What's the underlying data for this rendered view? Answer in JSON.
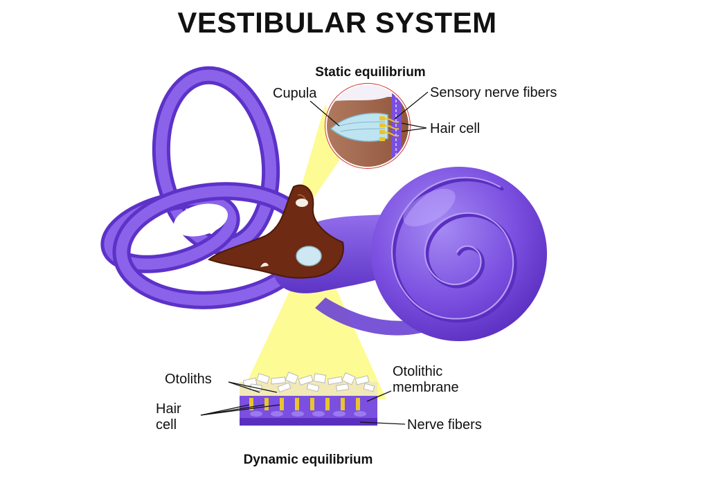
{
  "title": "VESTIBULAR SYSTEM",
  "headings": {
    "static": "Static equilibrium",
    "dynamic": "Dynamic equilibrium"
  },
  "labels": {
    "cupula": "Cupula",
    "sensory_nerve_fibers": "Sensory nerve fibers",
    "hair_cell_top": "Hair cell",
    "otoliths": "Otoliths",
    "hair_cell_bottom_line1": "Hair",
    "hair_cell_bottom_line2": "cell",
    "otolithic_line1": "Otolithic",
    "otolithic_line2": "membrane",
    "nerve_fibers": "Nerve fibers"
  },
  "colors": {
    "purple": "#7b4fe0",
    "purple_dark": "#5a2fc0",
    "purple_light": "#a98af2",
    "vestibule_brown": "#6e2a12",
    "highlight_yellow": "#fdfb8e",
    "magnifier_red": "#d63030"
  }
}
